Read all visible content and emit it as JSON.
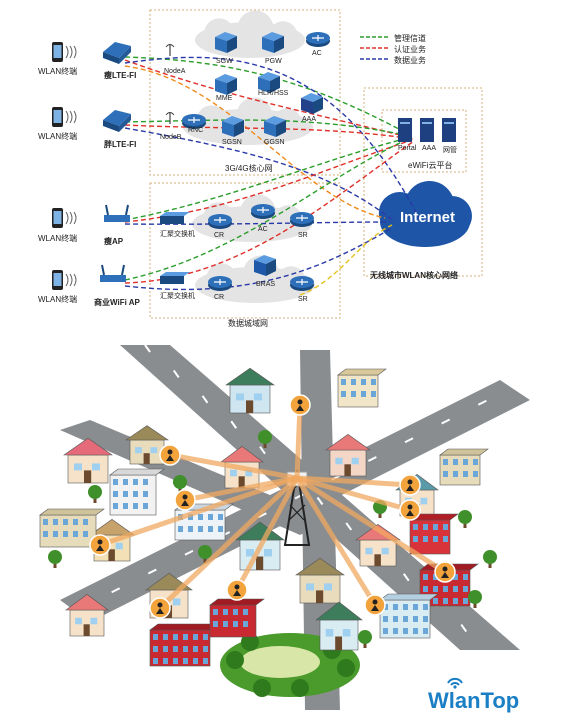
{
  "top_diagram": {
    "legend": {
      "items": [
        {
          "label": "管理信道",
          "color": "#2a9d2a"
        },
        {
          "label": "认证业务",
          "color": "#e0302a"
        },
        {
          "label": "数据业务",
          "color": "#2a3aa8"
        }
      ]
    },
    "terminals": [
      "WLAN终端",
      "WLAN终端",
      "WLAN终端",
      "WLAN终端"
    ],
    "access_devices": [
      "瘦LTE-FI",
      "胖LTE-FI",
      "瘦AP",
      "商业WiFi AP"
    ],
    "core_3g4g": {
      "title": "3G/4G核心网",
      "nodes": [
        "NodeA",
        "SGW",
        "PGW",
        "AC",
        "MME",
        "HLR/HSS",
        "NodeB",
        "RNC",
        "SGSN",
        "GGSN",
        "AAA"
      ]
    },
    "metro": {
      "title": "数据城域网",
      "nodes": [
        "汇聚交换机",
        "CR",
        "AC",
        "SR",
        "汇聚交换机",
        "CR",
        "BRAS",
        "SR"
      ]
    },
    "ewifi": {
      "title": "eWiFi云平台",
      "servers": [
        "Portal",
        "AAA",
        "网管"
      ]
    },
    "internet": "Internet",
    "core_network_caption": "无线城市WLAN核心网络"
  },
  "brand": {
    "name": "WlanTop",
    "color": "#1a7fc4"
  }
}
